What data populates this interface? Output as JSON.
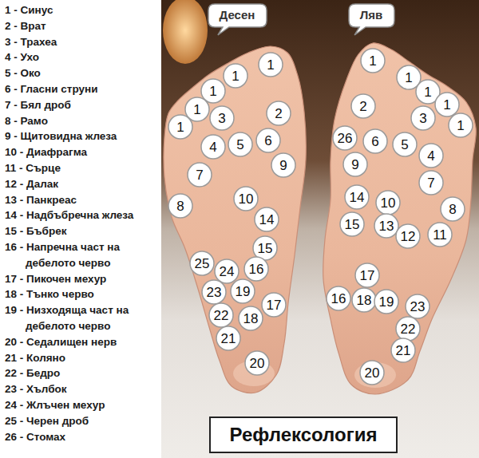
{
  "diagram": {
    "title": "Рефлексология",
    "nodes": [
      {
        "text": [
          "Десен"
        ]
      },
      {
        "text": [
          "Ляв"
        ]
      },
      {
        "text": [
          "1"
        ]
      },
      {
        "text": [
          "1"
        ]
      },
      {
        "text": [
          "1"
        ]
      },
      {
        "text": [
          "1"
        ]
      },
      {
        "text": [
          "1"
        ]
      },
      {
        "text": [
          "3"
        ]
      },
      {
        "text": [
          "2"
        ]
      },
      {
        "text": [
          "4"
        ]
      },
      {
        "text": [
          "5"
        ]
      },
      {
        "text": [
          "6"
        ]
      },
      {
        "text": [
          "9"
        ]
      },
      {
        "text": [
          "7"
        ]
      },
      {
        "text": [
          "8"
        ]
      },
      {
        "text": [
          "10"
        ]
      },
      {
        "text": [
          "14"
        ]
      },
      {
        "text": [
          "15"
        ]
      },
      {
        "text": [
          "25"
        ]
      },
      {
        "text": [
          "24"
        ]
      },
      {
        "text": [
          "16"
        ]
      },
      {
        "text": [
          "23"
        ]
      },
      {
        "text": [
          "19"
        ]
      },
      {
        "text": [
          "17"
        ]
      },
      {
        "text": [
          "22"
        ]
      },
      {
        "text": [
          "18"
        ]
      },
      {
        "text": [
          "21"
        ]
      },
      {
        "text": [
          "20"
        ]
      },
      {
        "text": [
          "1"
        ]
      },
      {
        "text": [
          "1"
        ]
      },
      {
        "text": [
          "1"
        ]
      },
      {
        "text": [
          "1"
        ]
      },
      {
        "text": [
          "1"
        ]
      },
      {
        "text": [
          "2"
        ]
      },
      {
        "text": [
          "3"
        ]
      },
      {
        "text": [
          "26"
        ]
      },
      {
        "text": [
          "6"
        ]
      },
      {
        "text": [
          "5"
        ]
      },
      {
        "text": [
          "4"
        ]
      },
      {
        "text": [
          "9"
        ]
      },
      {
        "text": [
          "7"
        ]
      },
      {
        "text": [
          "8"
        ]
      },
      {
        "text": [
          "14"
        ]
      },
      {
        "text": [
          "10"
        ]
      },
      {
        "text": [
          "15"
        ]
      },
      {
        "text": [
          "13"
        ]
      },
      {
        "text": [
          "12"
        ]
      },
      {
        "text": [
          "11"
        ]
      },
      {
        "text": [
          "17"
        ]
      },
      {
        "text": [
          "16"
        ]
      },
      {
        "text": [
          "18"
        ]
      },
      {
        "text": [
          "19"
        ]
      },
      {
        "text": [
          "23"
        ]
      },
      {
        "text": [
          "22"
        ]
      },
      {
        "text": [
          "21"
        ]
      },
      {
        "text": [
          "20"
        ]
      }
    ],
    "labels": [
      "1 - Синус",
      "2 - Врат",
      "3 - Трахеа",
      "4 - Ухо",
      "5 - Око",
      "6 - Гласни струни",
      "7 - Бял дроб",
      "8 - Рамо",
      "9 - Щитовидна жлеза",
      "10 - Диафрагма",
      "11 - Сърце",
      "12 - Далак",
      "13 - Панкреас",
      "14 - Надбъбречна жлеза",
      "15 - Бъбрек",
      "16 - Напречна част на дебелото черво",
      "17 - Пикочен мехур",
      "18 - Тънко черво",
      "19 - Низходяща част на дебелото черво",
      "20 - Седалищен нерв",
      "21 - Коляно",
      "22 - Бедро",
      "23 - Хълбок",
      "24 - Жлъчен мехур",
      "25 - Черен дроб",
      "26 - Стомах"
    ]
  }
}
